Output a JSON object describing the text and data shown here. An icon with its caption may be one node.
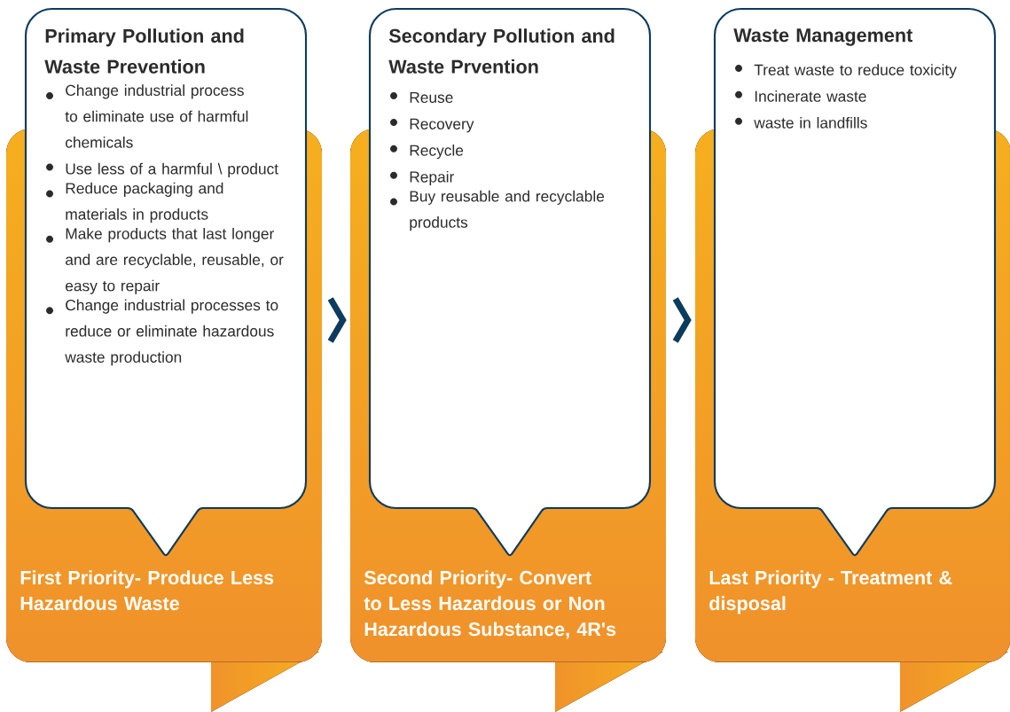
{
  "diagram": {
    "nodes": [
      {
        "text": [
          "Primary Pollution and Waste Prevention",
          "Change industrial process to eliminate use of harmful chemicals",
          "Use less of a harmful \\ product",
          "Reduce packaging and materials in products",
          "Make products that last longer and are recyclable, reusable, or easy to repair",
          "Change industrial processes to reduce or eliminate hazardous waste production"
        ]
      },
      {
        "text": [
          "First Priority- Produce Less Hazardous Waste"
        ]
      },
      {
        "text": [
          "Secondary Pollution and Waste Prvention",
          "Reuse",
          "Recovery",
          "Recycle",
          "Repair",
          "Buy reusable and recyclable products"
        ]
      },
      {
        "text": [
          "Second Priority- Convert to Less Hazardous or Non Hazardous Substance, 4R's"
        ]
      },
      {
        "text": [
          "Waste Management",
          "Treat waste to reduce toxicity",
          "Incinerate waste",
          "waste in landfills"
        ]
      },
      {
        "text": [
          "Last Priority - Treatment & disposal"
        ]
      }
    ],
    "edges": [
      {
        "from": 1,
        "to": 3,
        "arrow": "to"
      },
      {
        "from": 3,
        "to": 5,
        "arrow": "to"
      }
    ]
  }
}
